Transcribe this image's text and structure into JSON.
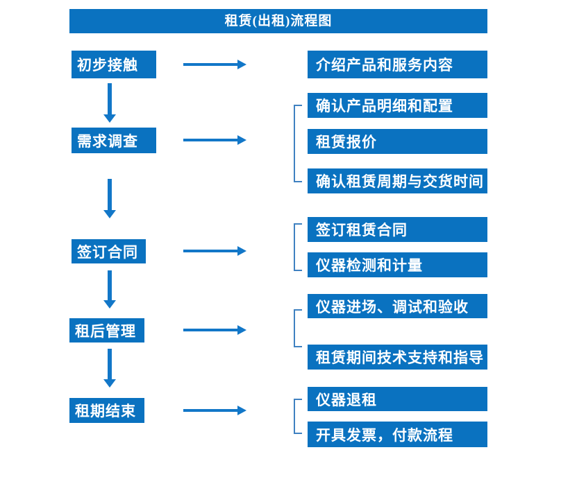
{
  "title": "租赁(出租)流程图",
  "colors": {
    "box_blue": "#0a72c0",
    "arrow_blue": "#1277c8",
    "bracket_blue": "#3f81c1",
    "text_white": "#ffffff"
  },
  "steps": [
    {
      "label": "初步接触",
      "outputs": [
        "介绍产品和服务内容"
      ]
    },
    {
      "label": "需求调查",
      "outputs": [
        "确认产品明细和配置",
        "租赁报价",
        "确认租赁周期与交货时间"
      ]
    },
    {
      "label": "签订合同",
      "outputs": [
        "签订租赁合同",
        "仪器检测和计量"
      ]
    },
    {
      "label": "租后管理",
      "outputs": [
        "仪器进场、调试和验收",
        "租赁期间技术支持和指导"
      ]
    },
    {
      "label": "租期结束",
      "outputs": [
        "仪器退租",
        "开具发票，付款流程"
      ]
    }
  ]
}
